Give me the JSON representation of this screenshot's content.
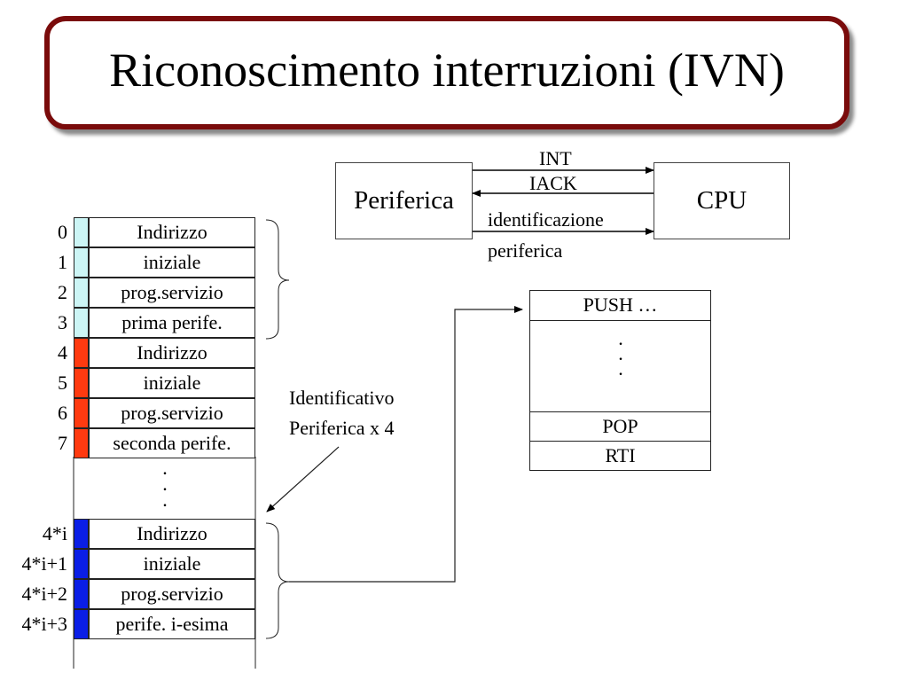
{
  "title": "Riconoscimento interruzioni (IVN)",
  "top": {
    "periferica": "Periferica",
    "cpu": "CPU",
    "int": "INT",
    "iack": "IACK",
    "ident_1": "identificazione",
    "ident_2": "periferica"
  },
  "table": {
    "rows": [
      {
        "index": "0",
        "text": "Indirizzo"
      },
      {
        "index": "1",
        "text": "iniziale"
      },
      {
        "index": "2",
        "text": "prog.servizio"
      },
      {
        "index": "3",
        "text": "prima perife."
      },
      {
        "index": "4",
        "text": "Indirizzo"
      },
      {
        "index": "5",
        "text": "iniziale"
      },
      {
        "index": "6",
        "text": "prog.servizio"
      },
      {
        "index": "7",
        "text": "seconda perife."
      },
      {
        "index": "4*i",
        "text": "Indirizzo"
      },
      {
        "index": "4*i+1",
        "text": "iniziale"
      },
      {
        "index": "4*i+2",
        "text": "prog.servizio"
      },
      {
        "index": "4*i+3",
        "text": "perife. i-esima"
      }
    ],
    "colors": [
      "#ccf5f5",
      "#ff3a10",
      "#0a1ee6"
    ]
  },
  "annotation": {
    "line_1": "Identificativo",
    "line_2": "Periferica x 4"
  },
  "routine": {
    "push": "PUSH …",
    "pop": "POP",
    "rti": "RTI"
  }
}
